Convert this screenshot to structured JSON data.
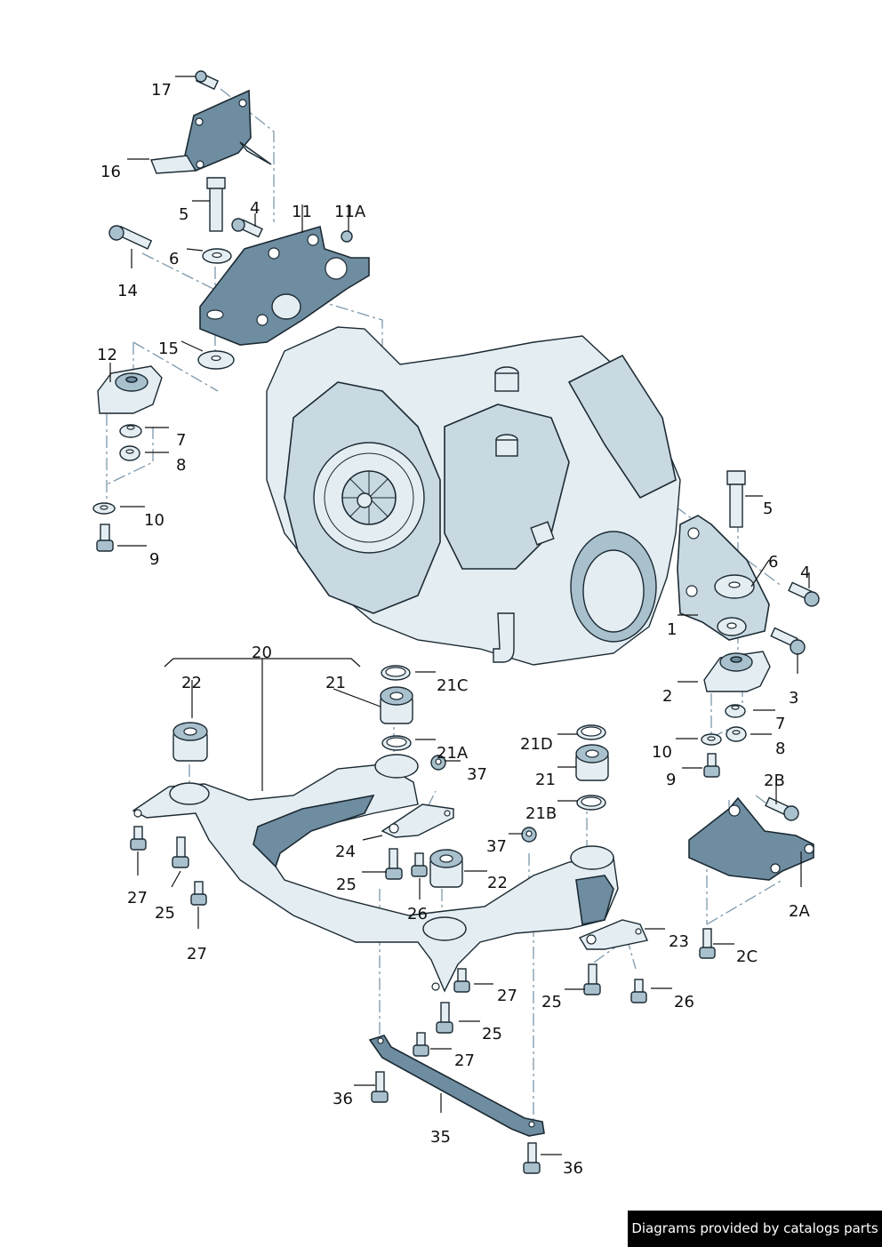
{
  "diagram": {
    "title": "Transmission mounting and subframe exploded view",
    "callouts": {
      "c17": "17",
      "c16": "16",
      "c5a": "5",
      "c4a": "4",
      "c11": "11",
      "c11a": "11A",
      "c14": "14",
      "c6a": "6",
      "c12": "12",
      "c15": "15",
      "c7a": "7",
      "c8a": "8",
      "c10a": "10",
      "c9a": "9",
      "c5b": "5",
      "c6b": "6",
      "c4b": "4",
      "c1": "1",
      "c2": "2",
      "c3": "3",
      "c7b": "7",
      "c8b": "8",
      "c10b": "10",
      "c9b": "9",
      "c2b": "2B",
      "c2a": "2A",
      "c2c": "2C",
      "c20": "20",
      "c22a": "22",
      "c21a": "21",
      "c21c": "21C",
      "c21aa": "21A",
      "c37a": "37",
      "c21d": "21D",
      "c21b": "21",
      "c21bb": "21B",
      "c37b": "37",
      "c24": "24",
      "c27a": "27",
      "c25a": "25",
      "c27b": "27",
      "c25b": "25",
      "c26a": "26",
      "c22b": "22",
      "c23": "23",
      "c25c": "25",
      "c26b": "26",
      "c27c": "27",
      "c25d": "25",
      "c27d": "27",
      "c36a": "36",
      "c35": "35",
      "c36b": "36"
    }
  },
  "footer": {
    "credit": "Diagrams provided by catalogs parts"
  }
}
